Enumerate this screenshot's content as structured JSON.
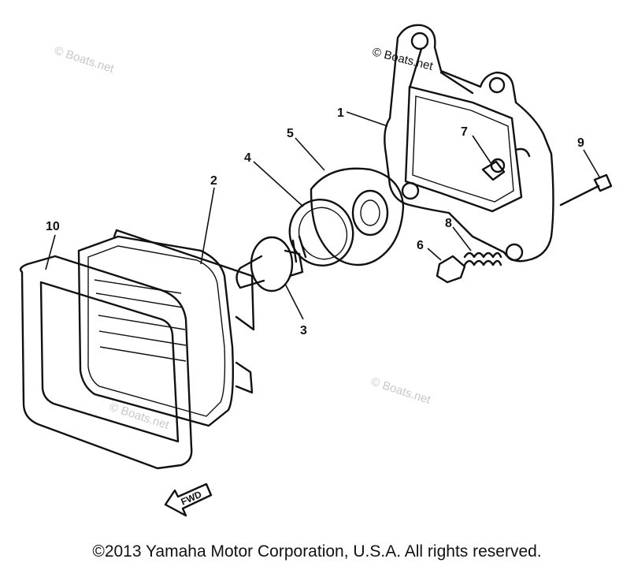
{
  "watermarks": [
    "© Boats.net",
    "© Boats.net",
    "© Boats.net",
    "© Boats.net"
  ],
  "callouts": [
    "1",
    "2",
    "3",
    "4",
    "5",
    "6",
    "7",
    "8",
    "9",
    "10"
  ],
  "direction_label": "FWD",
  "copyright": "©2013 Yamaha Motor Corporation, U.S.A. All rights reserved.",
  "colors": {
    "ink": "#111111",
    "watermark": "#c8c8c8",
    "background": "#ffffff"
  }
}
